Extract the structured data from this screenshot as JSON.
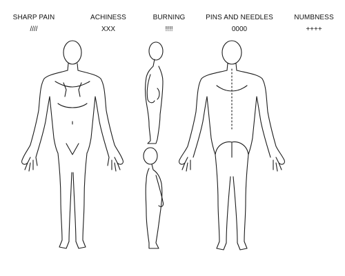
{
  "legend": [
    {
      "label": "SHARP PAIN",
      "symbol": "////"
    },
    {
      "label": "ACHINESS",
      "symbol": "XXX"
    },
    {
      "label": "BURNING",
      "symbol": "!!!!"
    },
    {
      "label": "PINS AND NEEDLES",
      "symbol": "0000"
    },
    {
      "label": "NUMBNESS",
      "symbol": "++++"
    }
  ],
  "figures": [
    {
      "view": "front"
    },
    {
      "view": "side-right-upper"
    },
    {
      "view": "side-left-lower"
    },
    {
      "view": "back"
    }
  ],
  "colors": {
    "line": "#1a1a1a",
    "background": "#ffffff"
  }
}
